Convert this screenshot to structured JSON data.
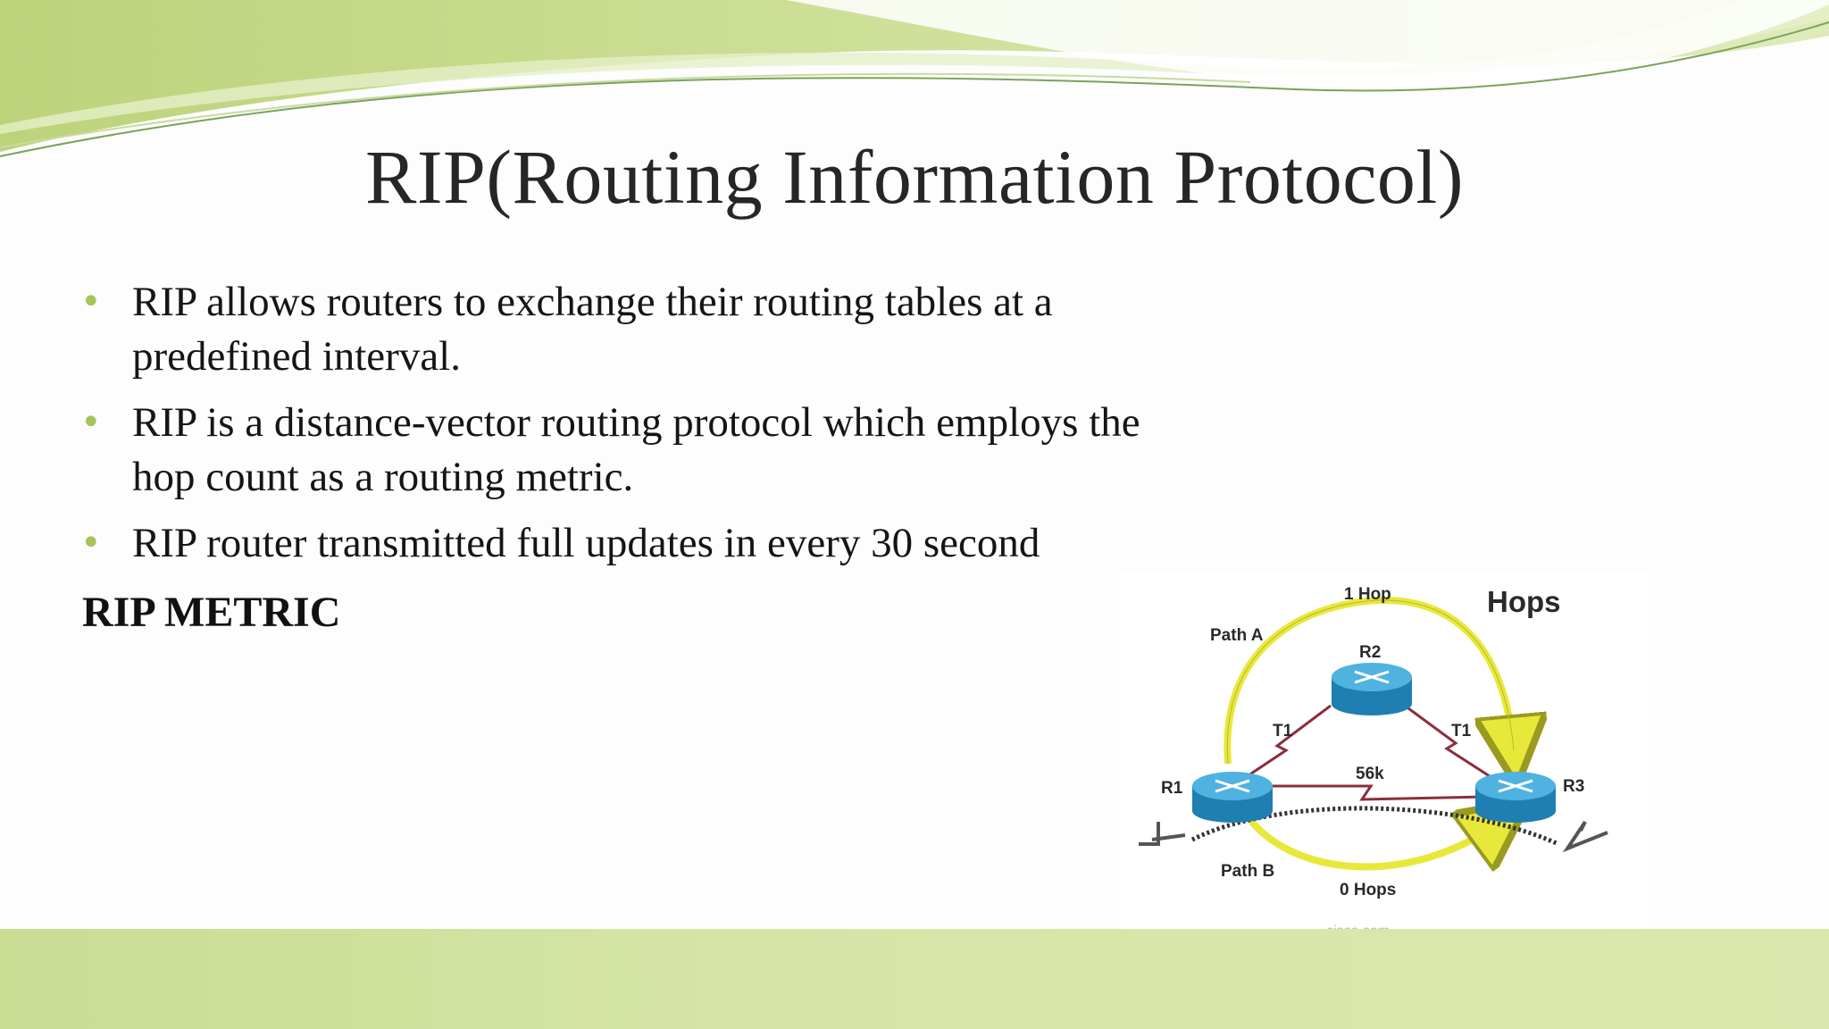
{
  "slide": {
    "title": "RIP(Routing Information Protocol)",
    "bullets": [
      "RIP allows routers to exchange their routing tables at a predefined interval.",
      "RIP is a distance-vector routing protocol which employs the hop count as a routing metric.",
      "RIP router transmitted full updates in every 30 second"
    ],
    "bullet_glyph": "•",
    "subheading": "RIP METRIC",
    "accent_color": "#a8c35a"
  },
  "diagram": {
    "heading": "Hops",
    "routers": [
      "R1",
      "R2",
      "R3"
    ],
    "links": [
      "T1",
      "T1",
      "56k"
    ],
    "paths": [
      "Path A",
      "Path B"
    ],
    "hop_labels": [
      "1 Hop",
      "0 Hops"
    ],
    "source": "cisco.com",
    "router_color": "#2a8fc4",
    "arrow_color": "#e8e83a",
    "link_color": "#8b2f3c"
  }
}
